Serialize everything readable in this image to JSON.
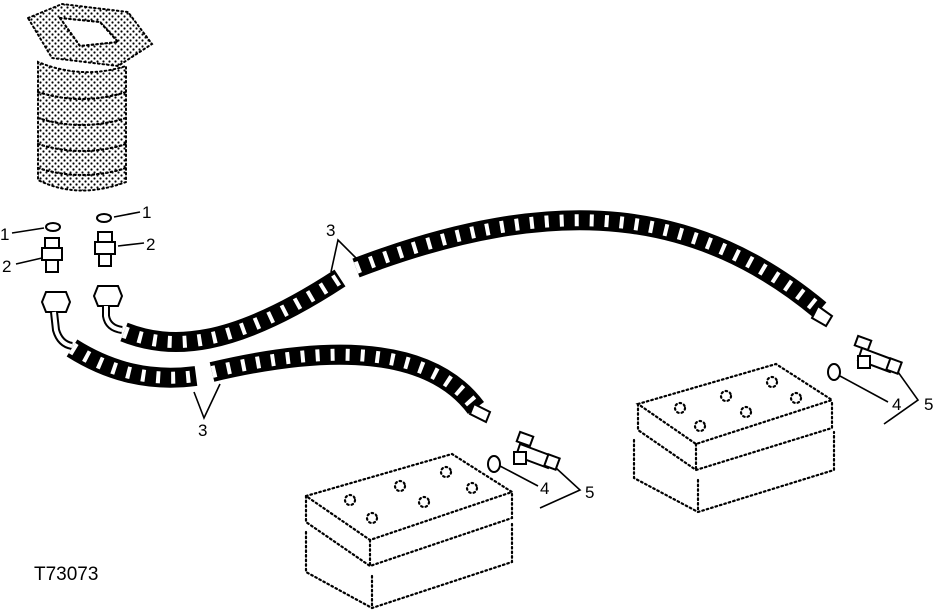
{
  "figure_id": "T73073",
  "callouts": {
    "c1_left": "1",
    "c1_right": "1",
    "c2_left": "2",
    "c2_right": "2",
    "c3_upper": "3",
    "c3_lower": "3",
    "c4_left": "4",
    "c4_right": "4",
    "c5_left": "5",
    "c5_right": "5"
  }
}
